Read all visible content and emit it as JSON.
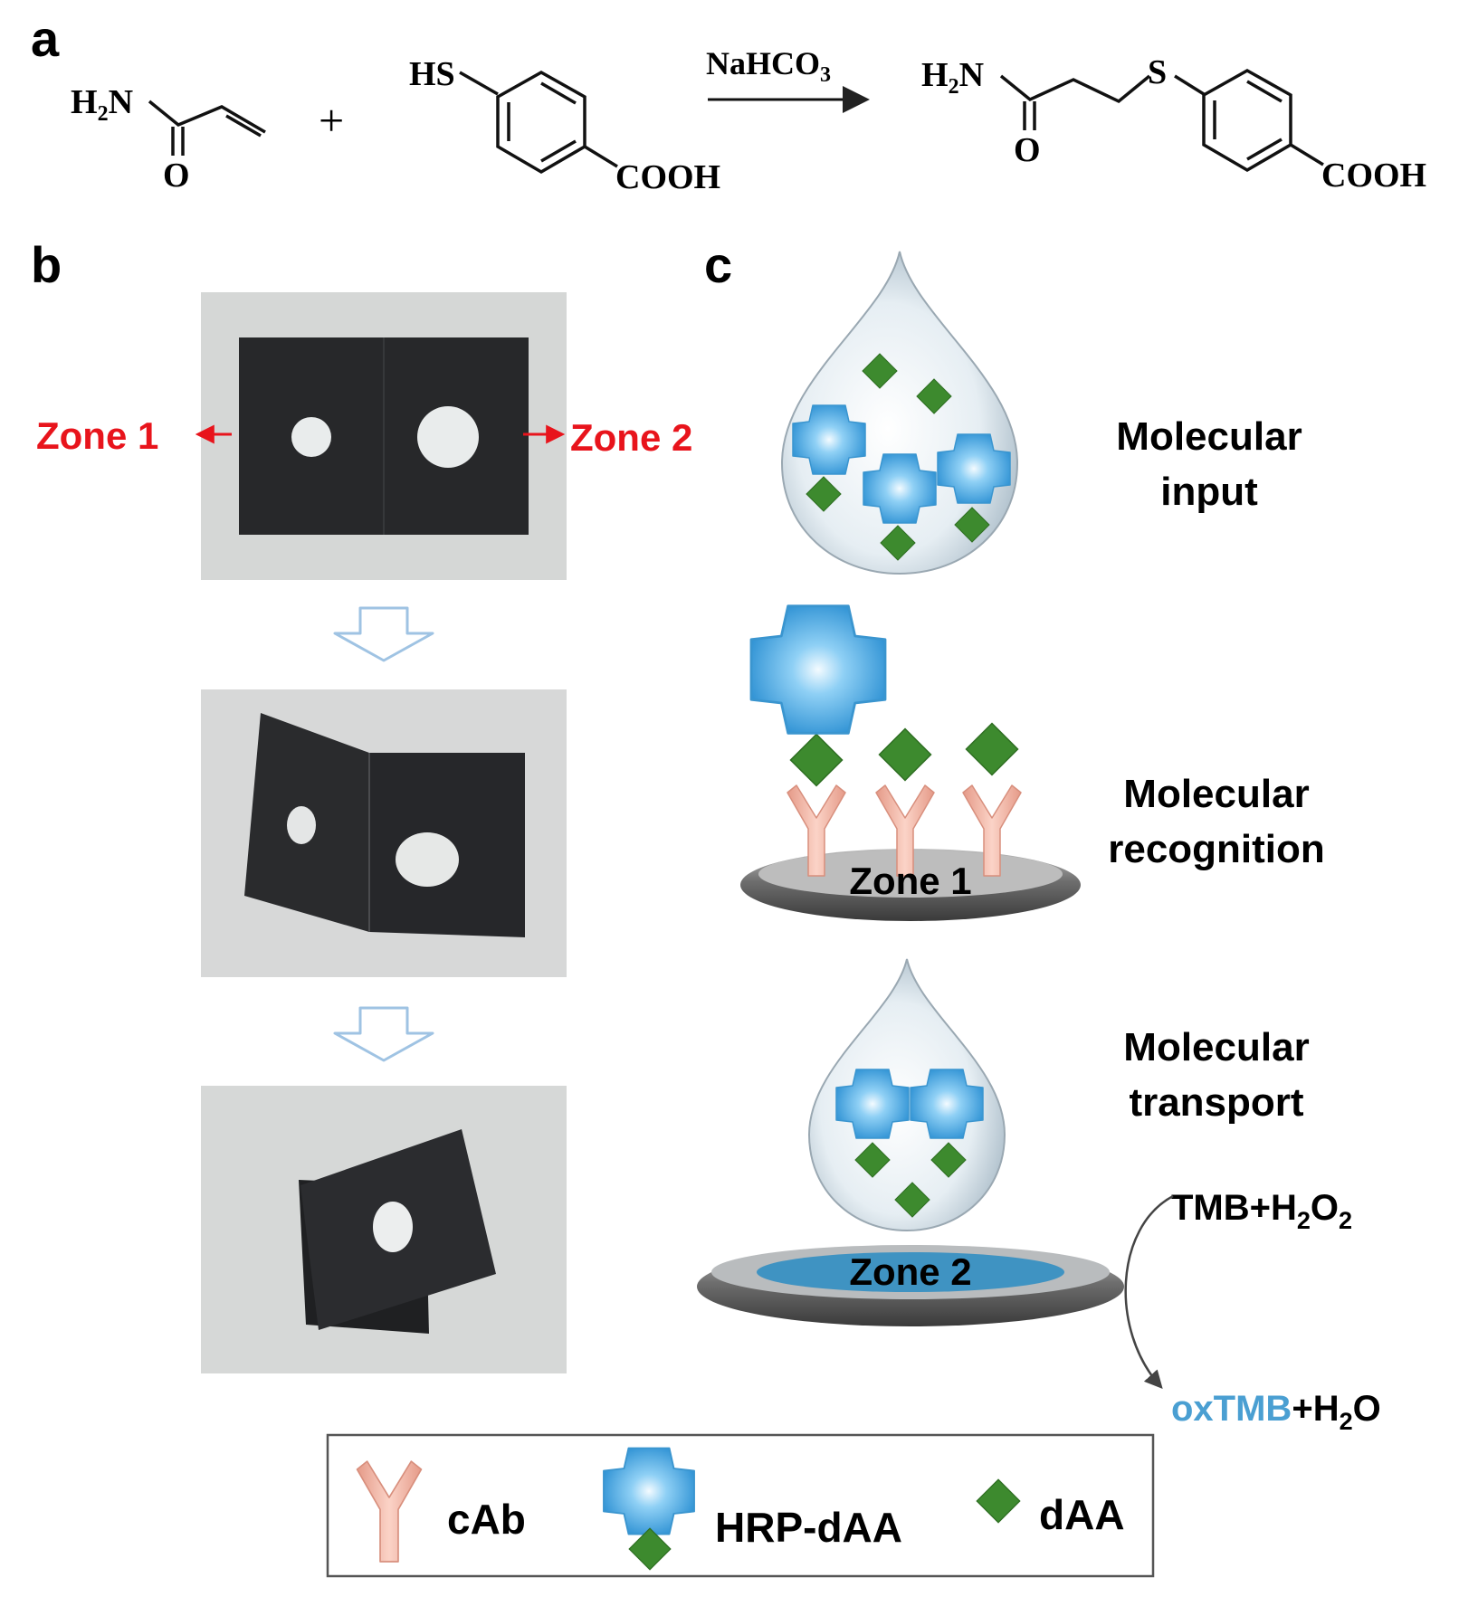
{
  "panels": {
    "a": {
      "label": "a"
    },
    "b": {
      "label": "b"
    },
    "c": {
      "label": "c"
    }
  },
  "reaction": {
    "reagent1": {
      "amine": "H",
      "amine_sub": "2",
      "amine_end": "N",
      "oxygen": "O"
    },
    "plus": "+",
    "reagent2": {
      "thiol": "HS",
      "acid": "COOH"
    },
    "condition": {
      "main": "NaHCO",
      "sub": "3"
    },
    "product": {
      "amine": "H",
      "amine_sub": "2",
      "amine_end": "N",
      "oxygen": "O",
      "sulfur": "S",
      "acid": "COOH"
    }
  },
  "photos": {
    "zone1_label": "Zone 1",
    "zone2_label": "Zone 2",
    "colors": {
      "label": "#e8141c",
      "background": "#d6d8d7",
      "paper": "#262729",
      "hole": "#e9ecec",
      "arrow": "#9fc3e3"
    }
  },
  "schematic": {
    "steps": [
      {
        "line1": "Molecular",
        "line2": "input"
      },
      {
        "line1": "Molecular",
        "line2": "recognition"
      },
      {
        "line1": "Molecular",
        "line2": "transport"
      }
    ],
    "zone1_label": "Zone 1",
    "zone2_label": "Zone 2",
    "reaction_top": {
      "main": "TMB+H",
      "sub1": "2",
      "mid": "O",
      "sub2": "2"
    },
    "reaction_bottom": {
      "product": "oxTMB",
      "rest": "+H",
      "sub": "2",
      "end": "O"
    },
    "colors": {
      "hrp": "#4aa8e0",
      "daa": "#3d8a2e",
      "cab": "#f2b2a2",
      "oxtmb": "#4a9fd2"
    }
  },
  "legend": {
    "items": [
      {
        "label": "cAb"
      },
      {
        "label": "HRP-dAA"
      },
      {
        "label": "dAA"
      }
    ]
  }
}
